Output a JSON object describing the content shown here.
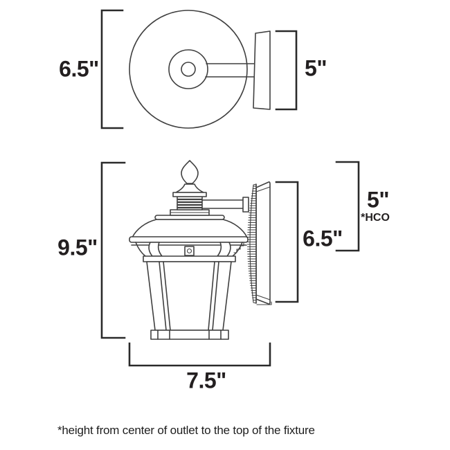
{
  "colors": {
    "line": "#3f3f3f",
    "dimension_line": "#2a2a2a",
    "text": "#231f20",
    "background": "#ffffff"
  },
  "top_view": {
    "height_label": "6.5\"",
    "depth_label": "5\""
  },
  "side_view": {
    "height_label": "9.5\"",
    "backplate_height_label": "6.5\"",
    "hco_height_label": "5\"",
    "hco_abbreviation": "*HCO",
    "width_label": "7.5\""
  },
  "footnote": "*height from center of outlet to the top of the fixture"
}
